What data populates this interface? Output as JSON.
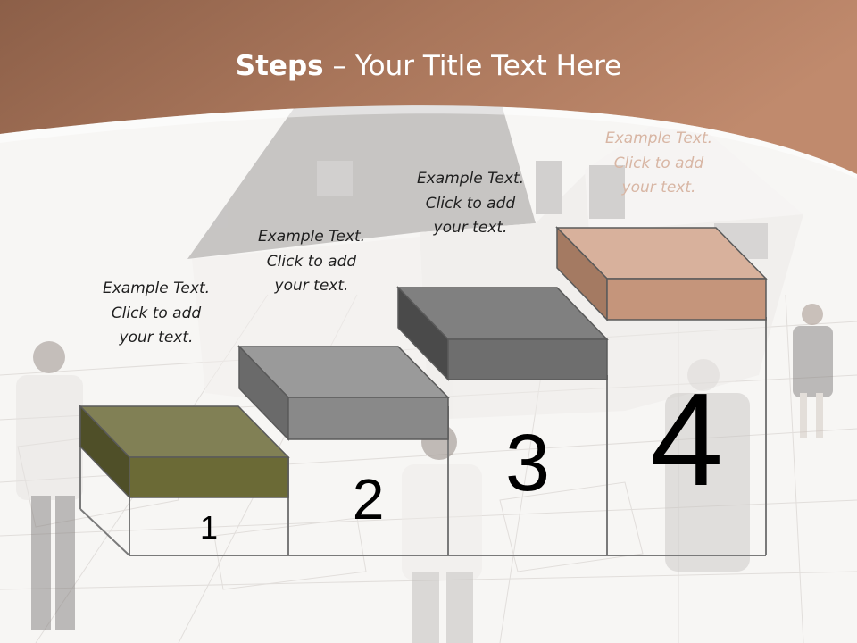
{
  "slide": {
    "title_bold": "Steps",
    "title_dash": " – ",
    "title_rest": "Your Title Text Here"
  },
  "colors": {
    "banner": "#a9765b",
    "banner_light": "#c48f72",
    "step1": "#6b6a36",
    "step2": "#898989",
    "step3": "#6e6e6e",
    "step4": "#c5957b"
  },
  "steps": [
    {
      "number": "1",
      "caption": [
        "Example Text.",
        "Click  to add",
        "your text."
      ]
    },
    {
      "number": "2",
      "caption": [
        "Example Text.",
        "Click  to add",
        "your text."
      ]
    },
    {
      "number": "3",
      "caption": [
        "Example Text.",
        "Click  to add",
        "your text."
      ]
    },
    {
      "number": "4",
      "caption": [
        "Example Text.",
        "Click  to add",
        "your text."
      ]
    }
  ]
}
